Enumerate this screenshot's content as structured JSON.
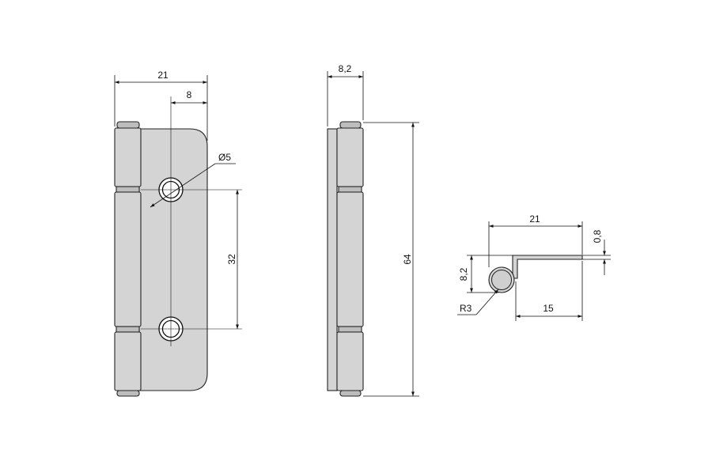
{
  "views": {
    "front": {
      "width_label": "21",
      "hole_offset_label": "8",
      "hole_diameter_label": "Ø5",
      "hole_spacing_label": "32"
    },
    "side": {
      "thickness_label": "8,2",
      "height_label": "64"
    },
    "top": {
      "length_label": "21",
      "sheet_thickness_label": "0,8",
      "knuckle_label": "8,2",
      "radius_label": "R3",
      "leaf_label": "15"
    }
  },
  "colors": {
    "part_fill": "#d4d4d4",
    "outline": "#222222",
    "dimension_line": "#111111"
  }
}
